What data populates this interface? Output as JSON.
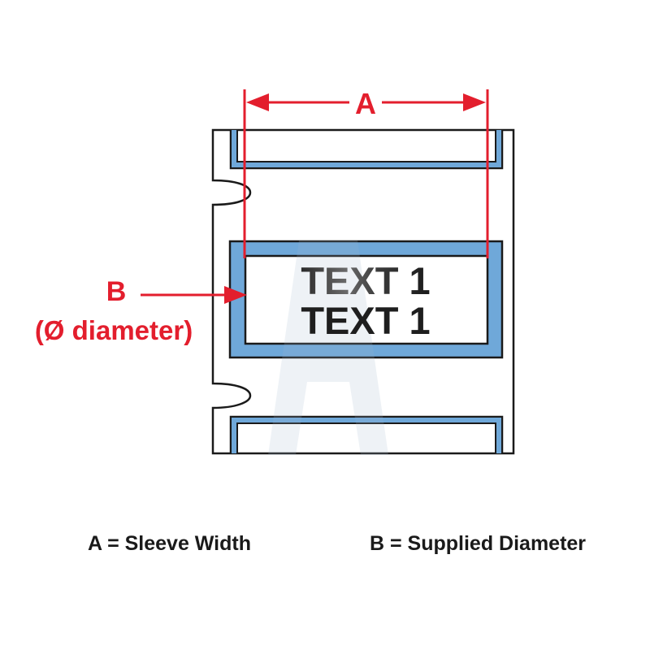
{
  "dimension_a": {
    "letter": "A"
  },
  "dimension_b": {
    "letter": "B",
    "note": "(Ø diameter)"
  },
  "sleeve": {
    "line1": "TEXT 1",
    "line2": "TEXT 1"
  },
  "legend": {
    "a": "A = Sleeve Width",
    "b": "B = Supplied Diameter"
  },
  "colors": {
    "accent_red": "#e31e2d",
    "sleeve_blue": "#6fa8d9",
    "outline": "#1a1a1a",
    "text_dark": "#2b2b2b",
    "text_gray": "#6b6b6b"
  }
}
